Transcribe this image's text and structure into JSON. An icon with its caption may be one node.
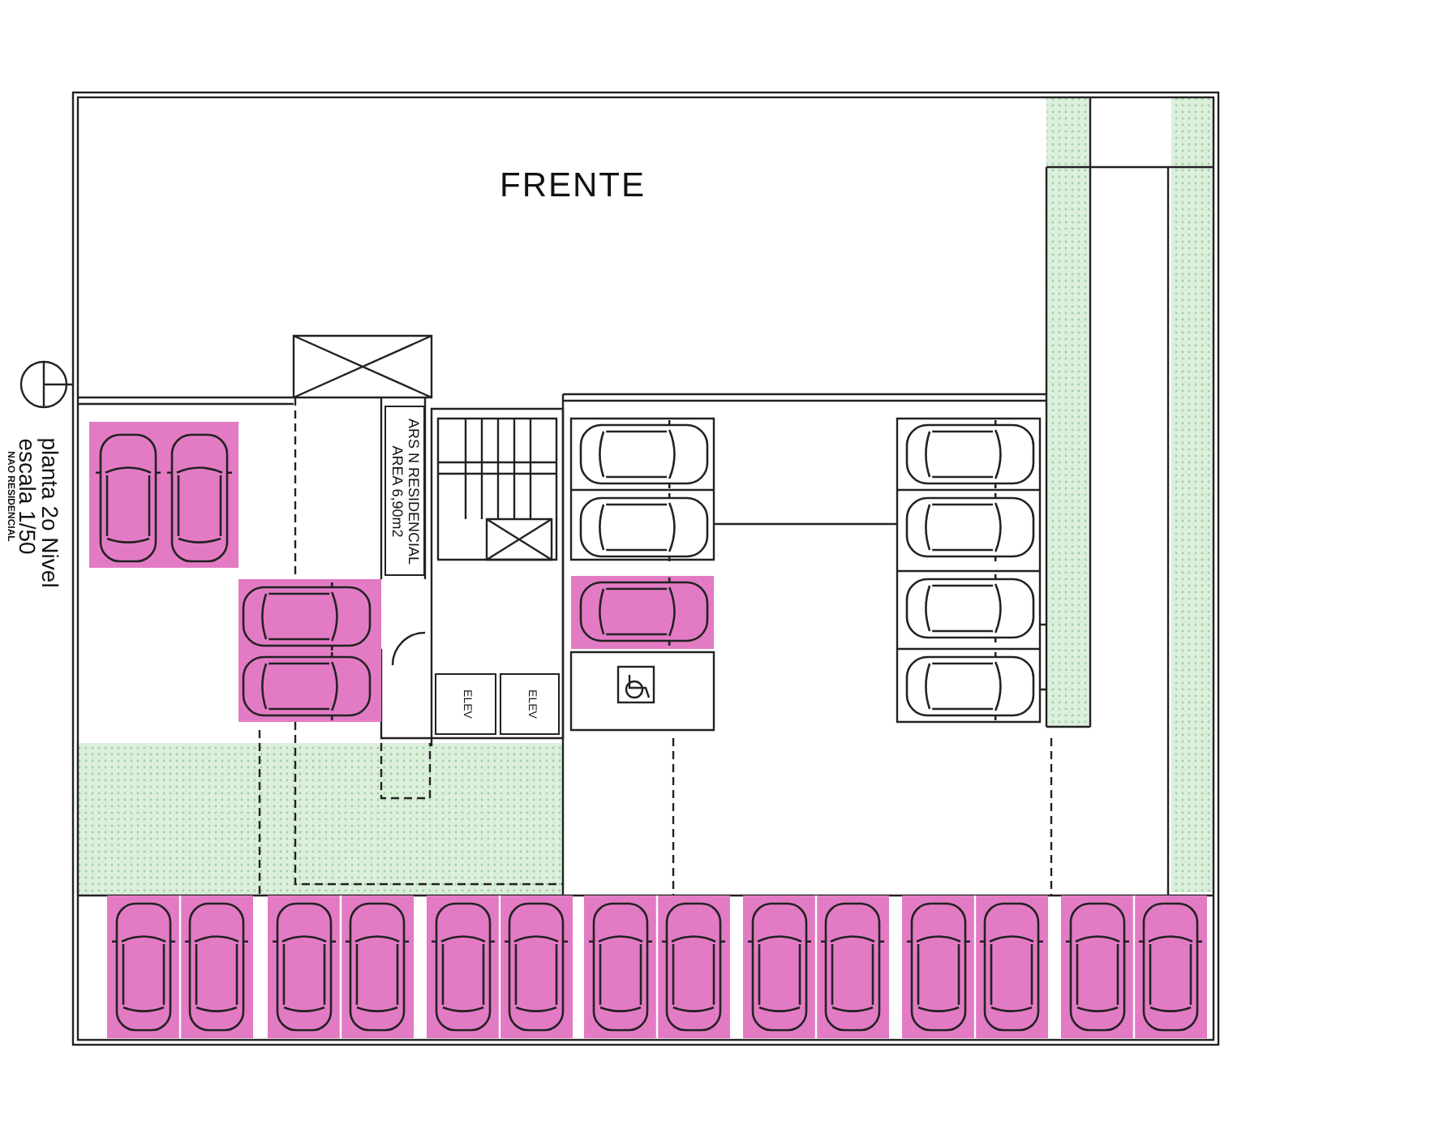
{
  "diagram": {
    "nodes": [
      {
        "text": [
          "ARS N RESIDENCIAL AREA 6,90m2"
        ]
      },
      {
        "text": [
          "ELEV"
        ]
      },
      {
        "text": [
          "ELEV"
        ]
      }
    ],
    "labels": [
      "FRENTE",
      "planta 2o Nivel",
      "escala 1/50",
      "NAO RESIDENCIAL"
    ]
  }
}
